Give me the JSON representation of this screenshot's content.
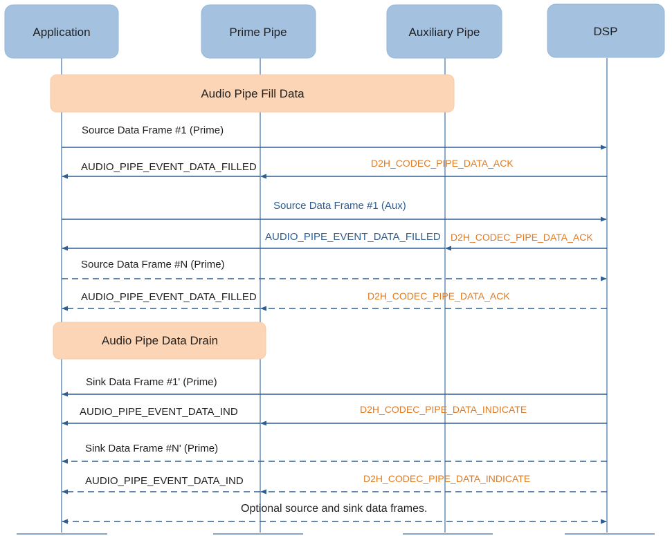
{
  "participants": [
    {
      "id": "app",
      "label": "Application"
    },
    {
      "id": "prime",
      "label": "Prime Pipe"
    },
    {
      "id": "aux",
      "label": "Auxiliary Pipe"
    },
    {
      "id": "dsp",
      "label": "DSP"
    }
  ],
  "phases": [
    {
      "id": "fill",
      "label": "Audio Pipe Fill Data"
    },
    {
      "id": "drain",
      "label": "Audio Pipe Data Drain"
    }
  ],
  "messages": [
    {
      "id": "src1-prime",
      "label": "Source Data Frame #1 (Prime)"
    },
    {
      "id": "ack1-prime",
      "label": "D2H_CODEC_PIPE_DATA_ACK"
    },
    {
      "id": "filled1-prime",
      "label": "AUDIO_PIPE_EVENT_DATA_FILLED"
    },
    {
      "id": "src1-aux",
      "label": "Source Data Frame #1 (Aux)"
    },
    {
      "id": "ack1-aux",
      "label": "D2H_CODEC_PIPE_DATA_ACK"
    },
    {
      "id": "filled1-aux",
      "label": "AUDIO_PIPE_EVENT_DATA_FILLED"
    },
    {
      "id": "srcN-prime",
      "label": "Source Data Frame #N (Prime)"
    },
    {
      "id": "ackN-prime",
      "label": "D2H_CODEC_PIPE_DATA_ACK"
    },
    {
      "id": "filledN-prime",
      "label": "AUDIO_PIPE_EVENT_DATA_FILLED"
    },
    {
      "id": "sink1-prime",
      "label": "Sink Data Frame #1' (Prime)"
    },
    {
      "id": "ind1-prime",
      "label": "D2H_CODEC_PIPE_DATA_INDICATE"
    },
    {
      "id": "evtind1-prime",
      "label": "AUDIO_PIPE_EVENT_DATA_IND"
    },
    {
      "id": "sinkN-prime",
      "label": "Sink Data Frame #N' (Prime)"
    },
    {
      "id": "indN-prime",
      "label": "D2H_CODEC_PIPE_DATA_INDICATE"
    },
    {
      "id": "evtindN-prime",
      "label": "AUDIO_PIPE_EVENT_DATA_IND"
    },
    {
      "id": "optional",
      "label": "Optional source and sink data frames."
    }
  ],
  "colors": {
    "participant_fill": "#a4c2e0",
    "phase_fill": "#fbd5b5",
    "arrow": "#2f5f92",
    "lifeline": "#5a87b3",
    "dsp_message_text": "#e07b22"
  }
}
